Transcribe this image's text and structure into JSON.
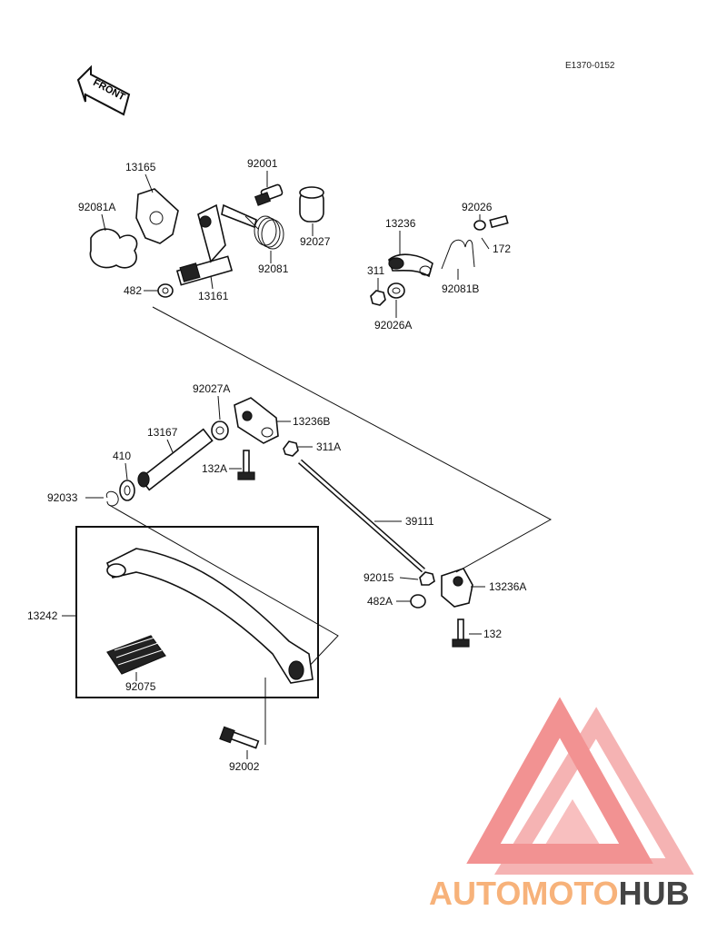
{
  "diagram_code": "E1370-0152",
  "front_label": "FRONT",
  "parts": {
    "p13165": "13165",
    "p92001": "92001",
    "p92081A": "92081A",
    "p92027": "92027",
    "p92081": "92081",
    "p482": "482",
    "p13161": "13161",
    "p13236": "13236",
    "p92026": "92026",
    "p172": "172",
    "p311": "311",
    "p92081B": "92081B",
    "p92026A": "92026A",
    "p92027A": "92027A",
    "p13236B": "13236B",
    "p13167": "13167",
    "p311A": "311A",
    "p410": "410",
    "p132A": "132A",
    "p92033": "92033",
    "p39111": "39111",
    "p92015": "92015",
    "p13236A": "13236A",
    "p482A": "482A",
    "p13242": "13242",
    "p132": "132",
    "p92075": "92075",
    "p92002": "92002"
  },
  "watermark": {
    "part1": "AUTOMOTO",
    "part2": "HUB",
    "color1": "#f7b27a",
    "color2": "#444444",
    "logo_color": "#f08080"
  }
}
